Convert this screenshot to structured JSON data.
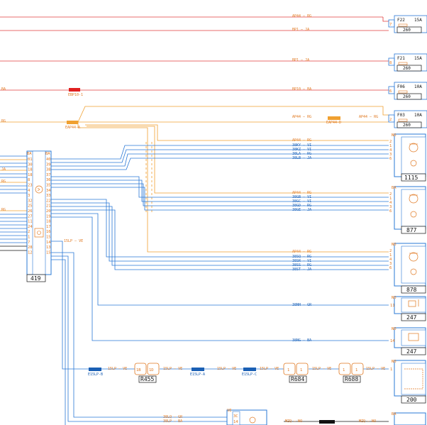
{
  "wire_labels": {
    "ap44_rg_top": "AP44 — RG",
    "bp1_ja_1": "BP1 — JA",
    "bp1_ja_2": "BP1 — JA",
    "ba_left": "BA",
    "bp10_ba": "BP10 — BA",
    "rg_left": "RG",
    "ap44_rg_f03": "AP44 — RG",
    "ap44_rg_f03b": "AP44 — RG",
    "ap44_1115": "AP44 — RG",
    "38ky": "38KY — VI",
    "38kz": "38KZ — VI",
    "38la": "38LA — RG",
    "38lb": "38LB — JA",
    "ap44_877": "AP44 — RG",
    "38gb": "38GB — VI",
    "38gc": "38GC — VI",
    "38gd": "38GD — RG",
    "38ge": "38GE — JA",
    "ap44_878": "AP44 — RG",
    "38sq": "38SQ — RG",
    "38sr": "38SR — VI",
    "38ss": "38SS — RG",
    "38st": "38ST — JA",
    "38nh": "38NH — GR",
    "38ng": "38NG — BA",
    "15lp_ve": "15LP — VE",
    "15lp_1": "15LP — VE",
    "15lp_2": "15LP — VE",
    "15lp_3": "15LP — VE",
    "15lp_4": "15LP — VE",
    "15lp_5": "15LP — VE",
    "15lp_6": "15LP — VE",
    "38lq": "38LQ — GR",
    "38lp": "38LP — BA",
    "mzq_no1": "MZQ — NO",
    "mzq_no2": "MZQ — NO",
    "ve": "VE"
  },
  "splice_labels": {
    "ebp10": "EBP10-1",
    "eap44a": "EAP44-A",
    "eap44d": "EAP44-D",
    "e15lpb": "E15LP-B",
    "e15lpa": "E15LP-A",
    "e15lpc": "E15LP-C"
  },
  "fuses": {
    "f22": {
      "name": "F22",
      "rating": "15A",
      "box": "260",
      "pin": "7",
      "wire": "BA"
    },
    "f21": {
      "name": "F21",
      "rating": "15A",
      "box": "260",
      "pin": "8",
      "wire": "BA"
    },
    "f06": {
      "name": "F06",
      "rating": "10A",
      "box": "260",
      "pin": "6",
      "wire": "BA"
    },
    "f03": {
      "name": "F03",
      "rating": "10A",
      "box": "260",
      "pin": "2",
      "wire": "BA"
    }
  },
  "components": {
    "c419": "419",
    "c1115": "1115",
    "c877": "877",
    "c878": "878",
    "c247a": "247",
    "c247b": "247",
    "c200": "200",
    "r455": "R455",
    "r684": "R684",
    "r688": "R688"
  },
  "connector_419": {
    "left_color": "BA",
    "right_color": "BA",
    "left_pins": [
      "01",
      "30",
      "18",
      "18",
      "8",
      "23",
      "4",
      "3",
      "32",
      "25",
      "26",
      "27",
      "11",
      "24",
      "2",
      "1",
      "7",
      "28",
      "12"
    ],
    "right_pins": [
      "40",
      "39",
      "38",
      "37",
      "36",
      "35",
      "34",
      "33",
      "22",
      "21",
      "20",
      "19",
      "18",
      "17",
      "16",
      "15",
      "14",
      "13",
      "15"
    ]
  },
  "left_wire_labels": [
    "JA",
    "RG",
    "RG"
  ],
  "pin_labels": {
    "no": "NO",
    "ba": "BA",
    "p1115": [
      "2",
      "1",
      "4",
      "3",
      "6"
    ],
    "p877": [
      "2",
      "1",
      "4",
      "3",
      "6"
    ],
    "p878": [
      "2",
      "1",
      "4",
      "3",
      "6"
    ],
    "p247a": "11",
    "p247b": "14",
    "p200": "1",
    "r455": [
      "1B",
      "1D"
    ],
    "r684": [
      "1",
      "1"
    ],
    "r688": [
      "1",
      "1"
    ],
    "bottom_conn": [
      "3C",
      "14"
    ]
  },
  "colors": {
    "red": "#e23b3b",
    "orange": "#f0a030",
    "blue": "#2a78d6",
    "dark": "#111111"
  }
}
